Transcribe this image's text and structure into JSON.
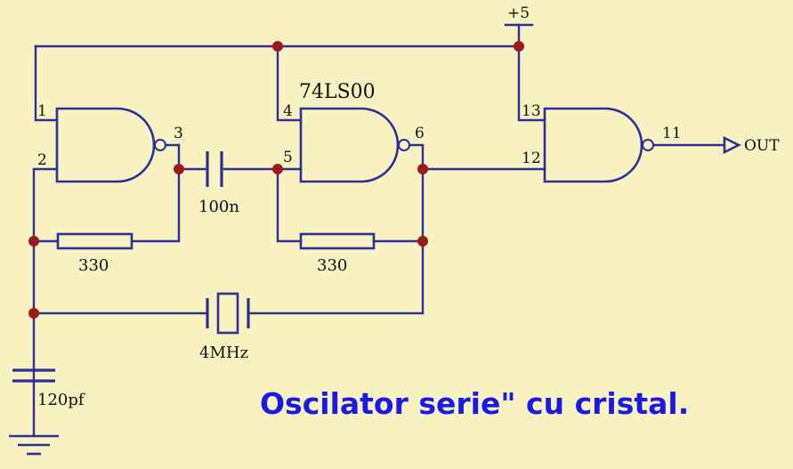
{
  "chip_label": "74LS00",
  "supply_label": "+5",
  "output_label": "OUT",
  "pins": {
    "g1_in_a": "1",
    "g1_in_b": "2",
    "g1_out": "3",
    "g2_in_a": "4",
    "g2_in_b": "5",
    "g2_out": "6",
    "g3_in_a": "13",
    "g3_in_b": "12",
    "g3_out": "11"
  },
  "components": {
    "coupling_capacitor": "100n",
    "resistor_1": "330",
    "resistor_2": "330",
    "crystal": "4MHz",
    "ground_capacitor": "120pf"
  },
  "caption": "Oscilator serie\" cu cristal.",
  "colors": {
    "background": "#f7f2bf",
    "wire": "#2a2f9a",
    "junction": "#9b1b1b",
    "caption": "#1a1ae6"
  }
}
